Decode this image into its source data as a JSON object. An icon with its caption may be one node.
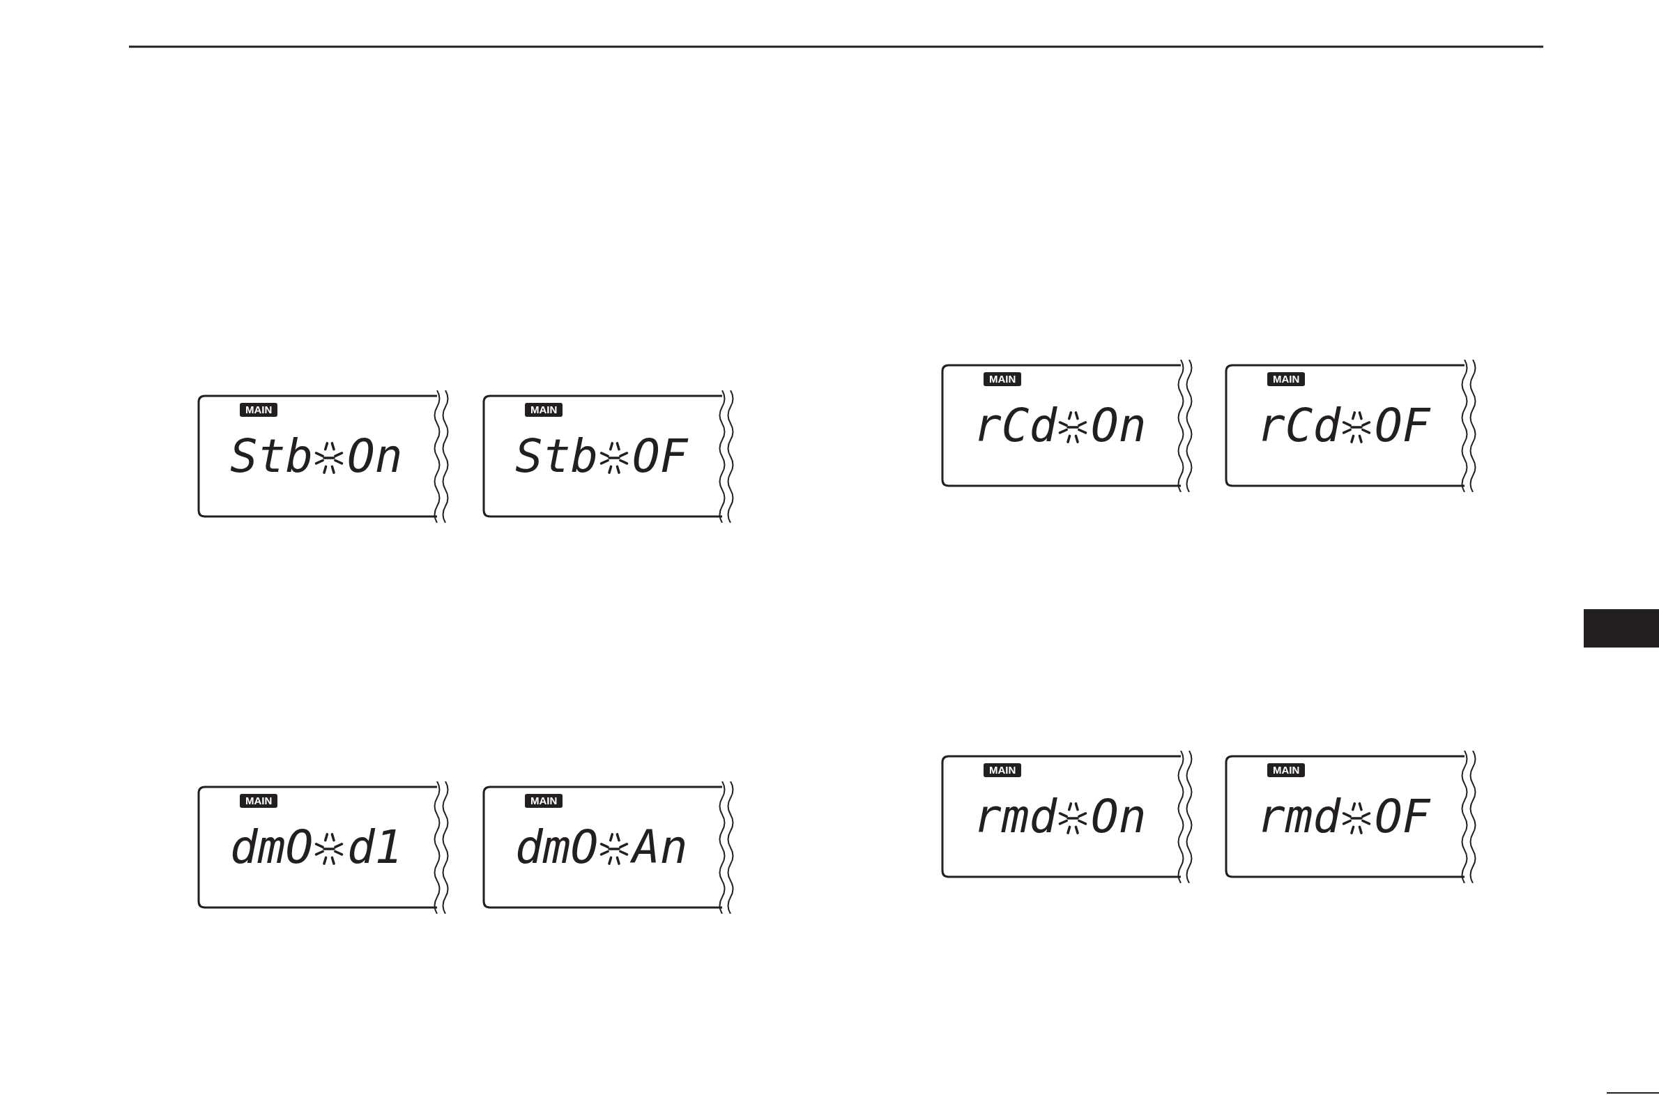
{
  "diagram": {
    "nodes": [
      {
        "text": [
          "MAIN",
          "Stb",
          "On"
        ]
      },
      {
        "text": [
          "MAIN",
          "Stb",
          "OF"
        ]
      },
      {
        "text": [
          "MAIN",
          "rCd",
          "On"
        ]
      },
      {
        "text": [
          "MAIN",
          "rCd",
          "OF"
        ]
      },
      {
        "text": [
          "MAIN",
          "dmO",
          "d1"
        ]
      },
      {
        "text": [
          "MAIN",
          "dmO",
          "An"
        ]
      },
      {
        "text": [
          "MAIN",
          "rmd",
          "On"
        ]
      },
      {
        "text": [
          "MAIN",
          "rmd",
          "OF"
        ]
      },
      {
        "text": [],
        "shape": "box"
      }
    ]
  }
}
